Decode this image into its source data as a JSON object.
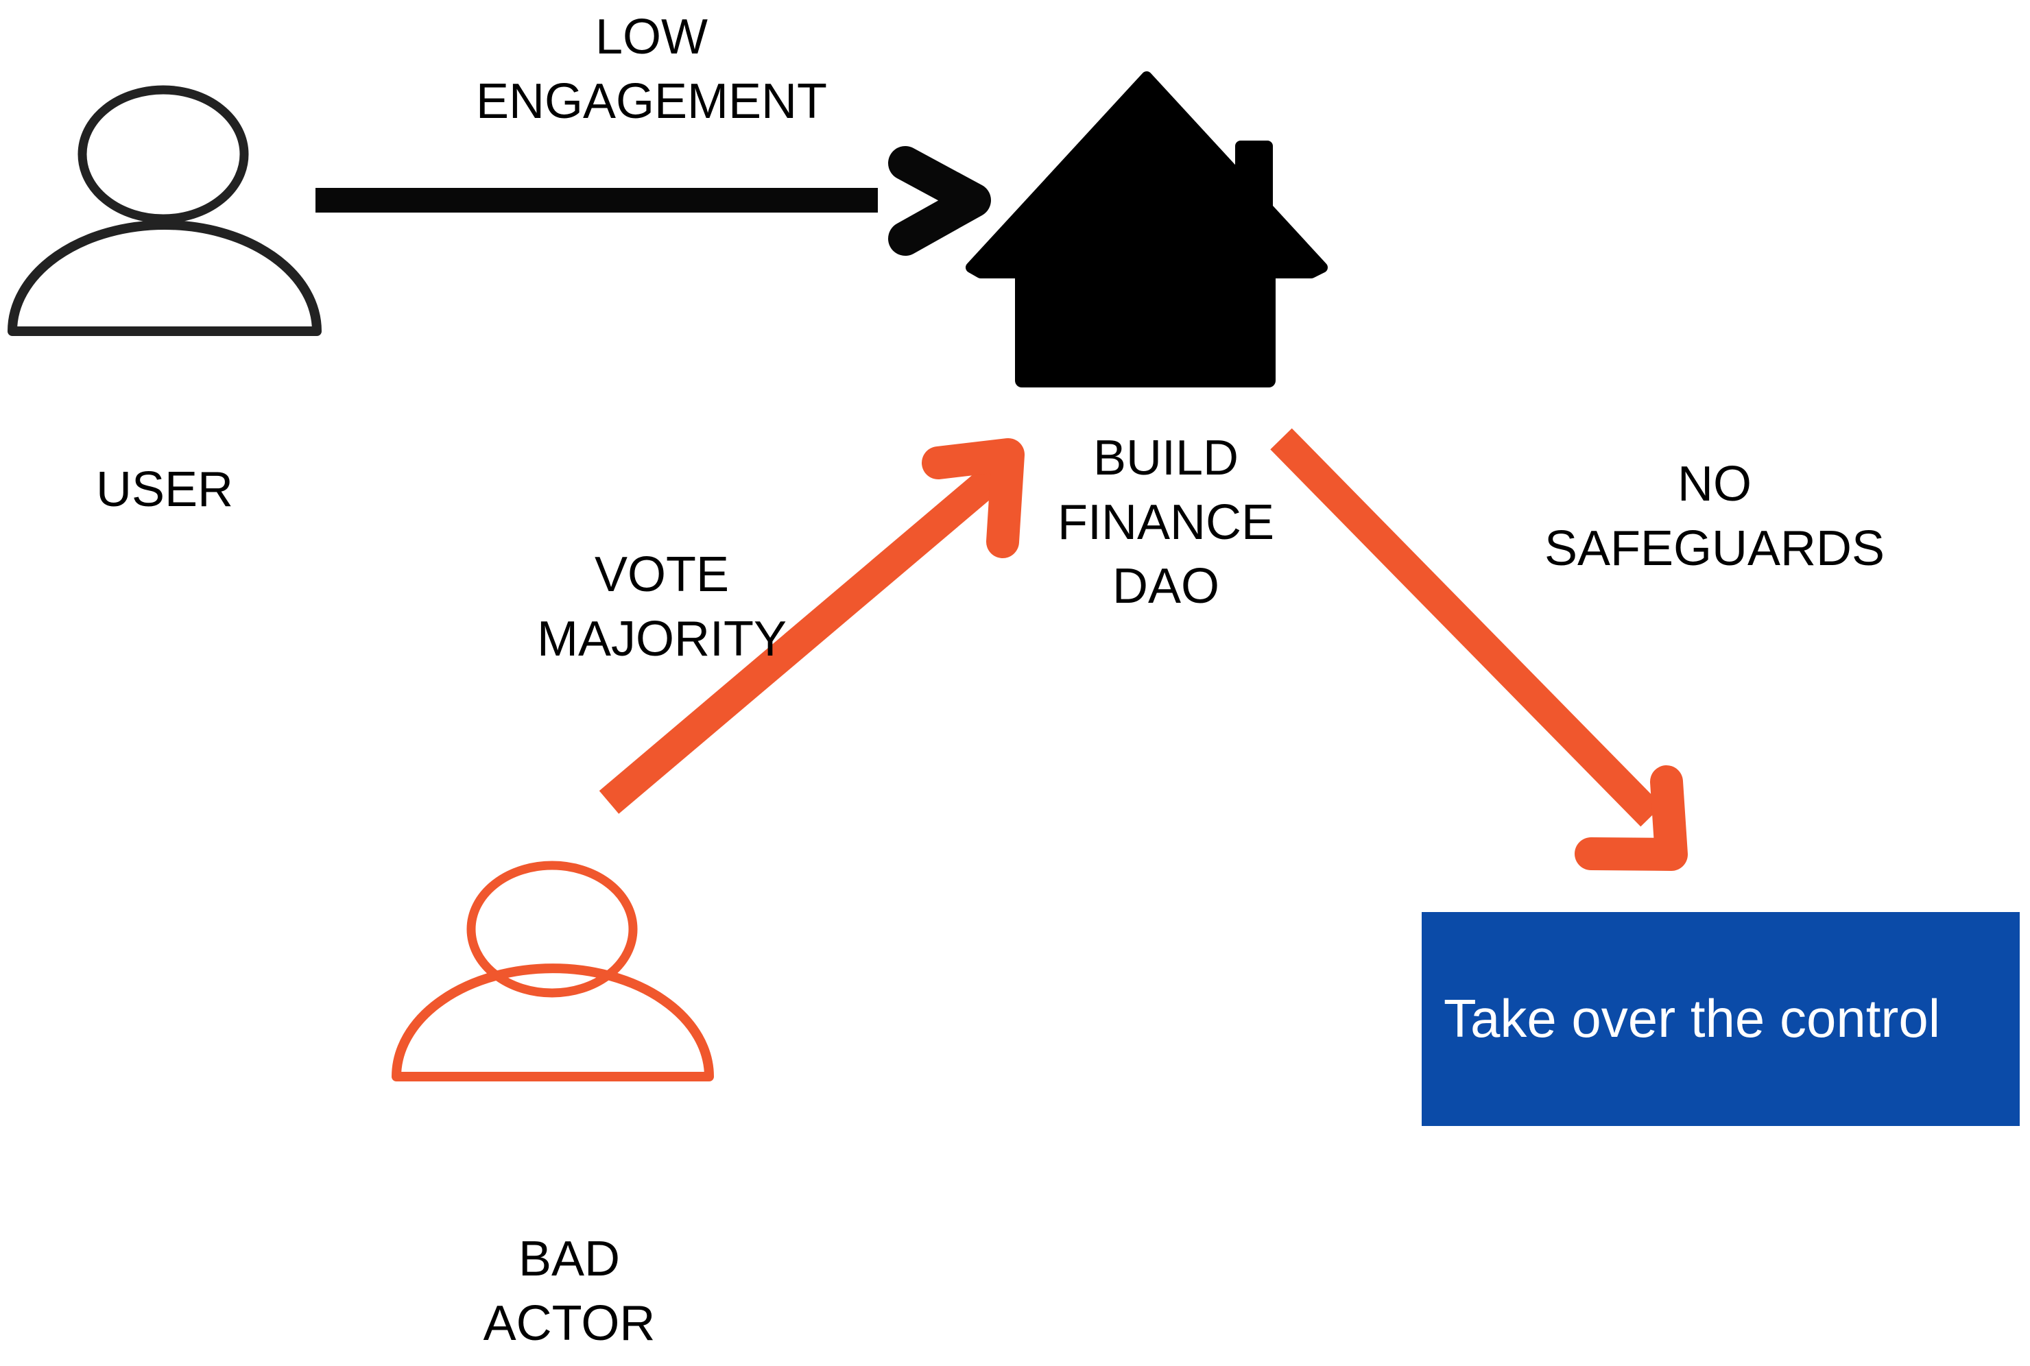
{
  "diagram": {
    "title": "DAO governance takeover risk flow",
    "background_color": "#FFFFFF",
    "colors": {
      "black": "#111111",
      "orange": "#F0572D",
      "blue": "#0B4BA8",
      "white": "#FFFFFF"
    },
    "nodes": {
      "user": {
        "label": "USER",
        "icon": "person-icon",
        "icon_color": "#222222"
      },
      "bad_actor": {
        "label": "BAD\nACTOR",
        "icon": "person-icon",
        "icon_color": "#F0572D"
      },
      "dao": {
        "label": "BUILD\nFINANCE\nDAO",
        "icon": "house-icon",
        "icon_color": "#000000"
      },
      "outcome": {
        "label": "Take over the control",
        "background_color": "#0B4BA8",
        "text_color": "#FFFFFF"
      }
    },
    "edges": [
      {
        "id": "user-to-dao",
        "label": "LOW\nENGAGEMENT",
        "color": "#111111",
        "from": "user",
        "to": "dao",
        "style": "straight-arrow-right"
      },
      {
        "id": "bad-actor-to-dao",
        "label": "VOTE\nMAJORITY",
        "color": "#F0572D",
        "from": "bad_actor",
        "to": "dao",
        "style": "diagonal-arrow-up-right"
      },
      {
        "id": "dao-to-outcome",
        "label": "NO\nSAFEGUARDS",
        "color": "#F0572D",
        "from": "dao",
        "to": "outcome",
        "style": "diagonal-arrow-down-right"
      }
    ]
  }
}
